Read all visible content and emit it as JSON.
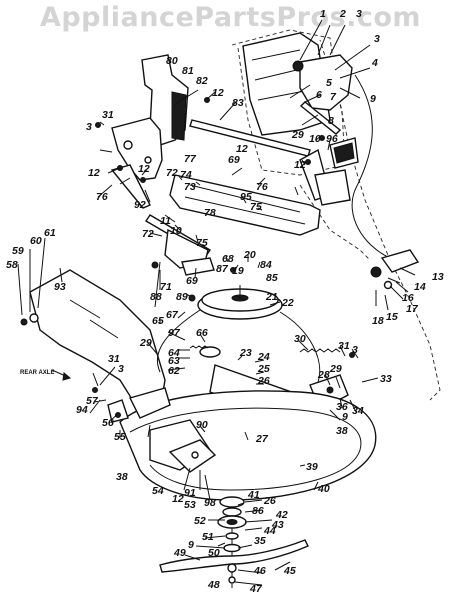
{
  "watermark": "AppliancePartsPros.com",
  "axle_label": "REAR AXLE",
  "callouts": [
    "1",
    "2",
    "3",
    "3",
    "4",
    "5",
    "6",
    "7",
    "9",
    "8",
    "10",
    "96",
    "12",
    "80",
    "81",
    "82",
    "12",
    "83",
    "29",
    "3",
    "31",
    "12",
    "12",
    "77",
    "69",
    "12",
    "74",
    "72",
    "73",
    "76",
    "76",
    "92",
    "95",
    "75",
    "11",
    "78",
    "10",
    "72",
    "75",
    "69",
    "68",
    "84",
    "20",
    "87",
    "19",
    "85",
    "13",
    "14",
    "16",
    "17",
    "18",
    "15",
    "58",
    "59",
    "60",
    "61",
    "93",
    "89",
    "21",
    "22",
    "88",
    "71",
    "67",
    "65",
    "97",
    "66",
    "64",
    "63",
    "62",
    "29",
    "30",
    "31",
    "3",
    "23",
    "24",
    "25",
    "26",
    "28",
    "29",
    "33",
    "36",
    "34",
    "9",
    "38",
    "27",
    "31",
    "3",
    "94",
    "57",
    "56",
    "55",
    "38",
    "90",
    "54",
    "12",
    "91",
    "53",
    "39",
    "40",
    "98",
    "41",
    "26",
    "86",
    "42",
    "43",
    "44",
    "52",
    "51",
    "35",
    "9",
    "49",
    "50",
    "45",
    "46",
    "48",
    "47"
  ],
  "colors": {
    "ink": "#111111",
    "background": "#ffffff",
    "watermark": "#d4d4d4"
  }
}
